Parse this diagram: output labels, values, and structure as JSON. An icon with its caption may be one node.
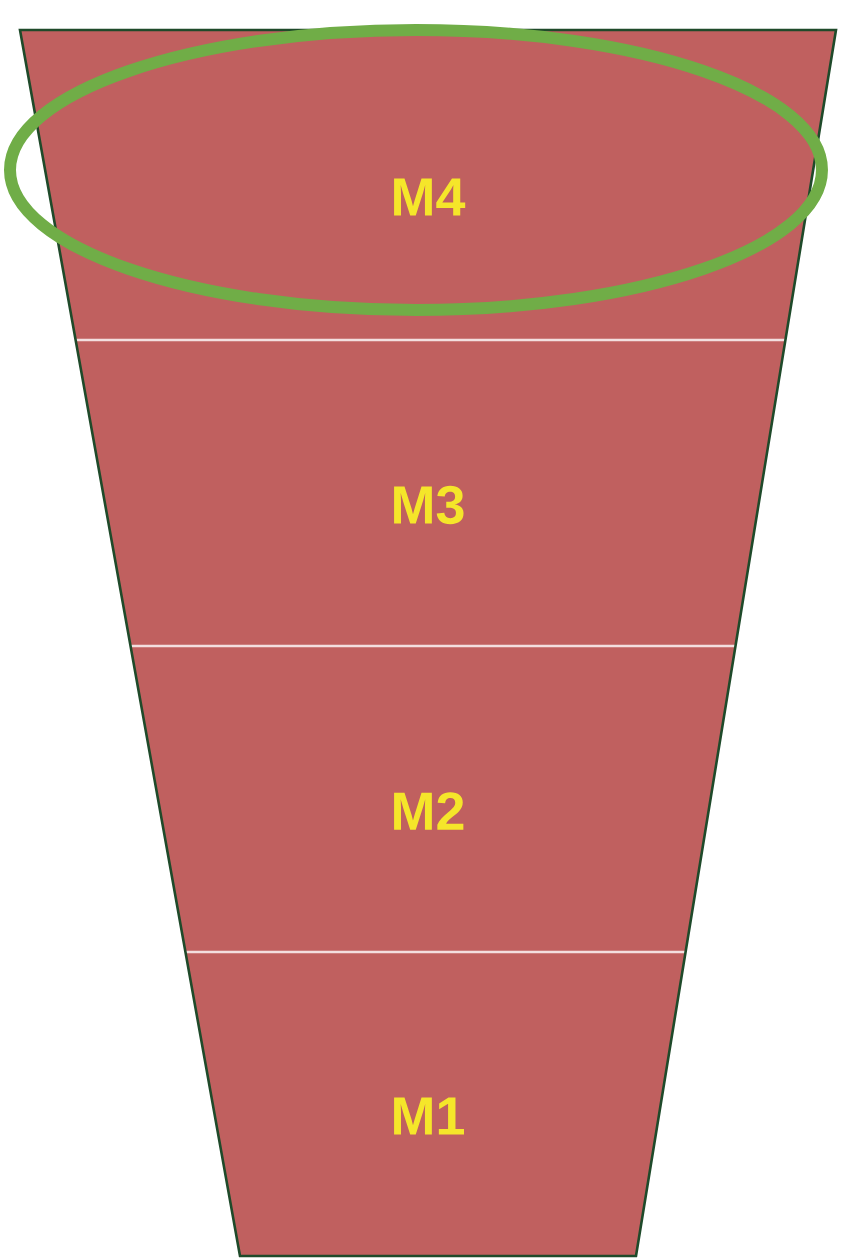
{
  "diagram": {
    "nodes": [
      {
        "text": [
          "M4"
        ]
      },
      {
        "text": [
          "M3"
        ]
      },
      {
        "text": [
          "M2"
        ]
      },
      {
        "text": [
          "M1"
        ]
      }
    ]
  }
}
